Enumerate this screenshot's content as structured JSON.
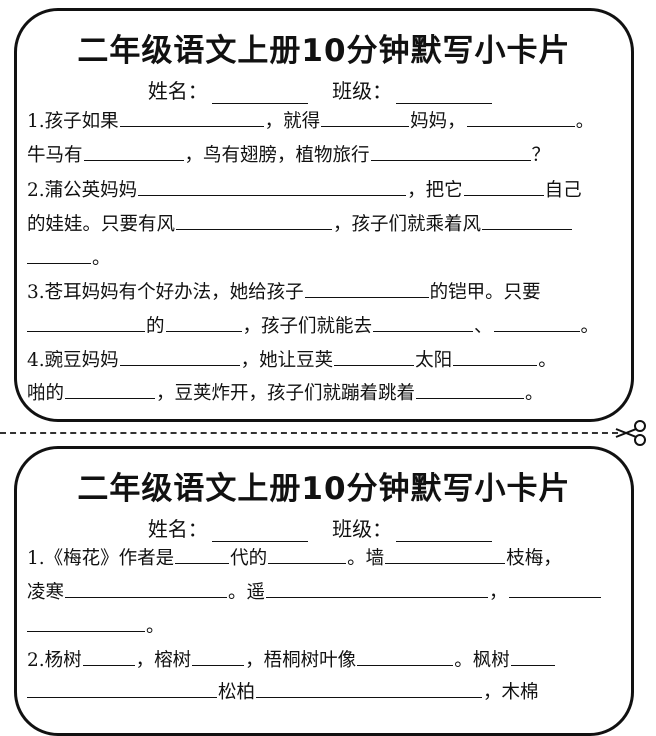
{
  "card1": {
    "title": "二年级语文上册10分钟默写小卡片",
    "name_label": "姓名：",
    "class_label": "班级：",
    "lines": [
      [
        "1.孩子如果",
        "，就得",
        "妈妈，",
        "。"
      ],
      [
        "牛马有",
        "，鸟有翅膀，植物旅行",
        "？"
      ],
      [
        "2.蒲公英妈妈",
        "，把它",
        "自己"
      ],
      [
        "的娃娃。只要有风",
        "，孩子们就乘着风"
      ],
      [
        "。"
      ],
      [
        "3.苍耳妈妈有个好办法，她给孩子",
        "的铠甲。只要"
      ],
      [
        "的",
        "，孩子们就能去",
        "、",
        "。"
      ],
      [
        "4.豌豆妈妈",
        "，她让豆荚",
        "太阳",
        "。"
      ],
      [
        "啪的",
        "，豆荚炸开，孩子们就蹦着跳着",
        "。"
      ]
    ]
  },
  "card2": {
    "title": "二年级语文上册10分钟默写小卡片",
    "name_label": "姓名：",
    "class_label": "班级：",
    "lines": [
      [
        "1.《梅花》作者是",
        "代的",
        "。墙",
        "枝梅，"
      ],
      [
        "凌寒",
        "。遥",
        "，"
      ],
      [
        "。"
      ],
      [
        "2.杨树",
        "，榕树",
        "，梧桐树叶像",
        "。枫树"
      ],
      [
        "松柏",
        "，木棉"
      ]
    ]
  },
  "divider": {
    "icon": "scissors-icon"
  }
}
